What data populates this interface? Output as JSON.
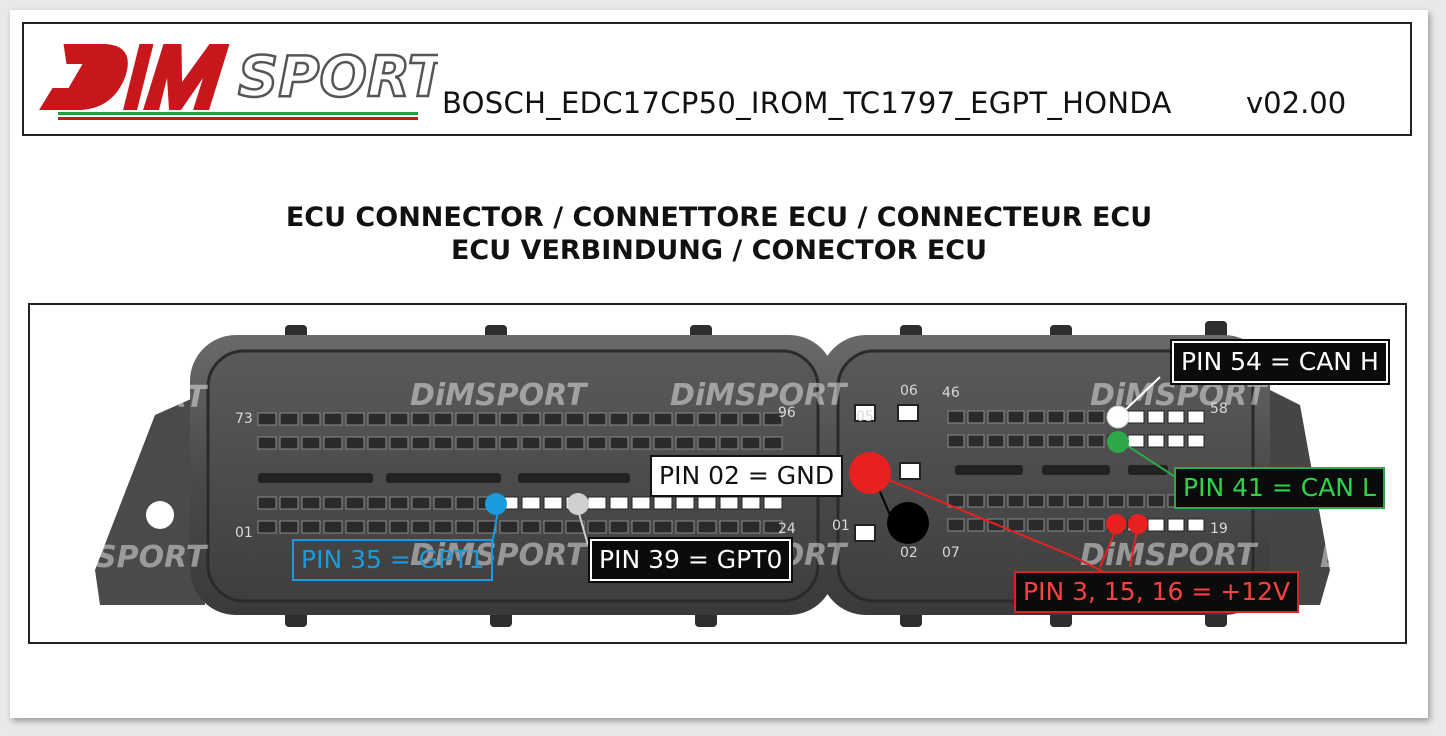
{
  "header": {
    "brand": "DiMSPORT",
    "document_title": "BOSCH_EDC17CP50_IROM_TC1797_EGPT_HONDA",
    "version": "v02.00"
  },
  "section": {
    "title_line1": "ECU CONNECTOR / CONNETTORE ECU / CONNECTEUR ECU",
    "title_line2": "ECU VERBINDUNG / CONECTOR ECU"
  },
  "connector": {
    "pin_numbers": [
      "73",
      "96",
      "01",
      "24",
      "05",
      "06",
      "01",
      "02",
      "46",
      "58",
      "07",
      "19"
    ],
    "watermark": "DiMSPORT",
    "callouts": {
      "can_h": "PIN 54 = CAN H",
      "gnd": "PIN 02 = GND",
      "can_l": "PIN 41 = CAN L",
      "gpt1": "PIN 35 = GPT1",
      "gpt0": "PIN 39 = GPT0",
      "power": "PIN 3, 15, 16 = +12V"
    },
    "colors": {
      "can_h": "#ffffff",
      "can_l": "#2fa84a",
      "gnd": "#000000",
      "power": "#e82020",
      "gpt1": "#1a9be0",
      "gpt0": "#d0d0d0"
    }
  }
}
